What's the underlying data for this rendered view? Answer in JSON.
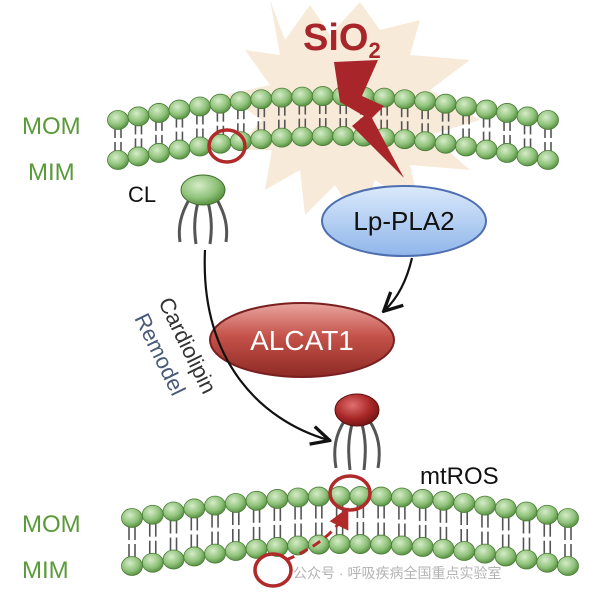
{
  "stimulus": {
    "label_main": "SiO",
    "label_sub": "2"
  },
  "enzyme_lp_pla2": {
    "label": "Lp-PLA2"
  },
  "enzyme_alcat1": {
    "label": "ALCAT1"
  },
  "lipid_cl": {
    "label": "CL"
  },
  "process": {
    "line1": "Cardiolipin",
    "line2": "Remodel"
  },
  "ros": {
    "label": "mtROS"
  },
  "membrane_top": {
    "outer_label": "MOM",
    "inner_label": "MIM"
  },
  "membrane_bottom": {
    "outer_label": "MOM",
    "inner_label": "MIM"
  },
  "colors": {
    "stimulus_text": "#a8262a",
    "bolt": "#a8262a",
    "burst": "#f7e6d2",
    "lipid_head": "#8fc27a",
    "lipid_tail": "#555555",
    "membrane_label": "#5a9a3a",
    "lp_pla2_fill": "#a9c9f2",
    "alcat1_fill": "#b03a33",
    "ring": "#b02a2a"
  },
  "watermark": {
    "text": "公众号 · 呼吸疾病全国重点实验室"
  }
}
